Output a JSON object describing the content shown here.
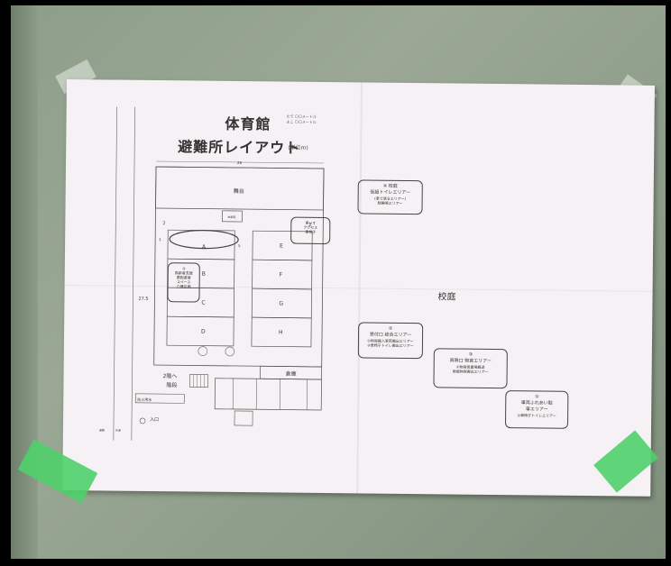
{
  "plan": {
    "title": "体育館",
    "subtitle": "避難所レイアウト",
    "unit_label": "(単位m)",
    "notes": [
      "たて 〇〇メートル",
      "よこ 〇〇メートル"
    ],
    "stage": "舞台",
    "stage_small": "本部席",
    "width_dim": "26",
    "height_dim": "27.5",
    "side_dim_left": "2",
    "side_dim_right": "2",
    "dim_1": "1",
    "dim_5": "5",
    "zones_left": [
      "A",
      "B",
      "C",
      "D"
    ],
    "zones_right": [
      "E",
      "F",
      "G",
      "H"
    ],
    "zone_box_left": [
      "③",
      "高齢者支援",
      "要配慮者",
      "スペース",
      "介護区画"
    ],
    "zone_box_right": [
      "(1)",
      "車いす",
      "アクセス",
      "車椅子",
      "スペース"
    ],
    "stairs": "2階へ 階段",
    "warehouse": "倉庫",
    "fire": "防火用水",
    "entrance_label": "入口"
  },
  "courtyard": {
    "label": "校庭",
    "box_top": [
      "④ 校庭",
      "仮設トイレエリアー",
      "(車で送るエリアー)",
      "駐輪場エリアー"
    ],
    "box_mid": [
      "②",
      "受付口 総合エリアー",
      "①物資搬入車両搬出エリアー",
      "②車椅子トイレ搬出エリアー"
    ],
    "box_right": [
      "③",
      "昇降口 物資エリアー",
      "①物資仮置場搬送",
      "救援物資搬出エリアー"
    ],
    "box_bottom": [
      "⑤",
      "車両ふれあい駐",
      "車エリアー",
      "①車椅子トイレエリアー"
    ]
  },
  "colors": {
    "paper": "#f6f1f4",
    "wall": "#8e9e8a",
    "tape_green": "#4fd06a",
    "ink": "#444444"
  }
}
